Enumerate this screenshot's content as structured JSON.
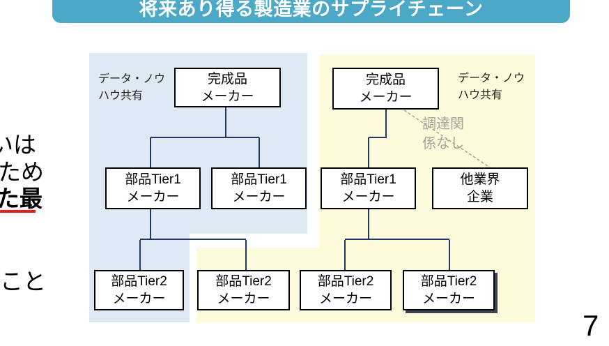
{
  "slide": {
    "title": "将来あり得る製造業のサプライチェーン",
    "page_number": "7"
  },
  "left_text_fragments": {
    "line1": "いは",
    "line2": "ため",
    "line3": "た最",
    "line4": "こと"
  },
  "left_panel": {
    "data_share_label": "データ・ノウ\nハウ共有",
    "finished_goods_maker": "完成品\nメーカー",
    "tier1_left": "部品Tier1\nメーカー",
    "tier1_right": "部品Tier1\nメーカー"
  },
  "right_panel": {
    "data_share_label": "データ・ノウ\nハウ共有",
    "finished_goods_maker": "完成品\nメーカー",
    "tier1": "部品Tier1\nメーカー",
    "other_industry": "他業界\n企業",
    "no_procurement_label": "調達関\n係なし"
  },
  "tier2_row": {
    "box1": "部品Tier2\nメーカー",
    "box2": "部品Tier2\nメーカー",
    "box3": "部品Tier2\nメーカー",
    "box4": "部品Tier2\nメーカー"
  },
  "colors": {
    "header_bg": "#4BA8C6",
    "header_text": "#FFFFFF",
    "left_panel_bg": "#DEE9F4",
    "right_panel_bg": "#FCFADA",
    "connector": "#1F3864",
    "box_border": "#000000",
    "underline_red": "#E0201E",
    "gray_label": "#A5A39A"
  }
}
